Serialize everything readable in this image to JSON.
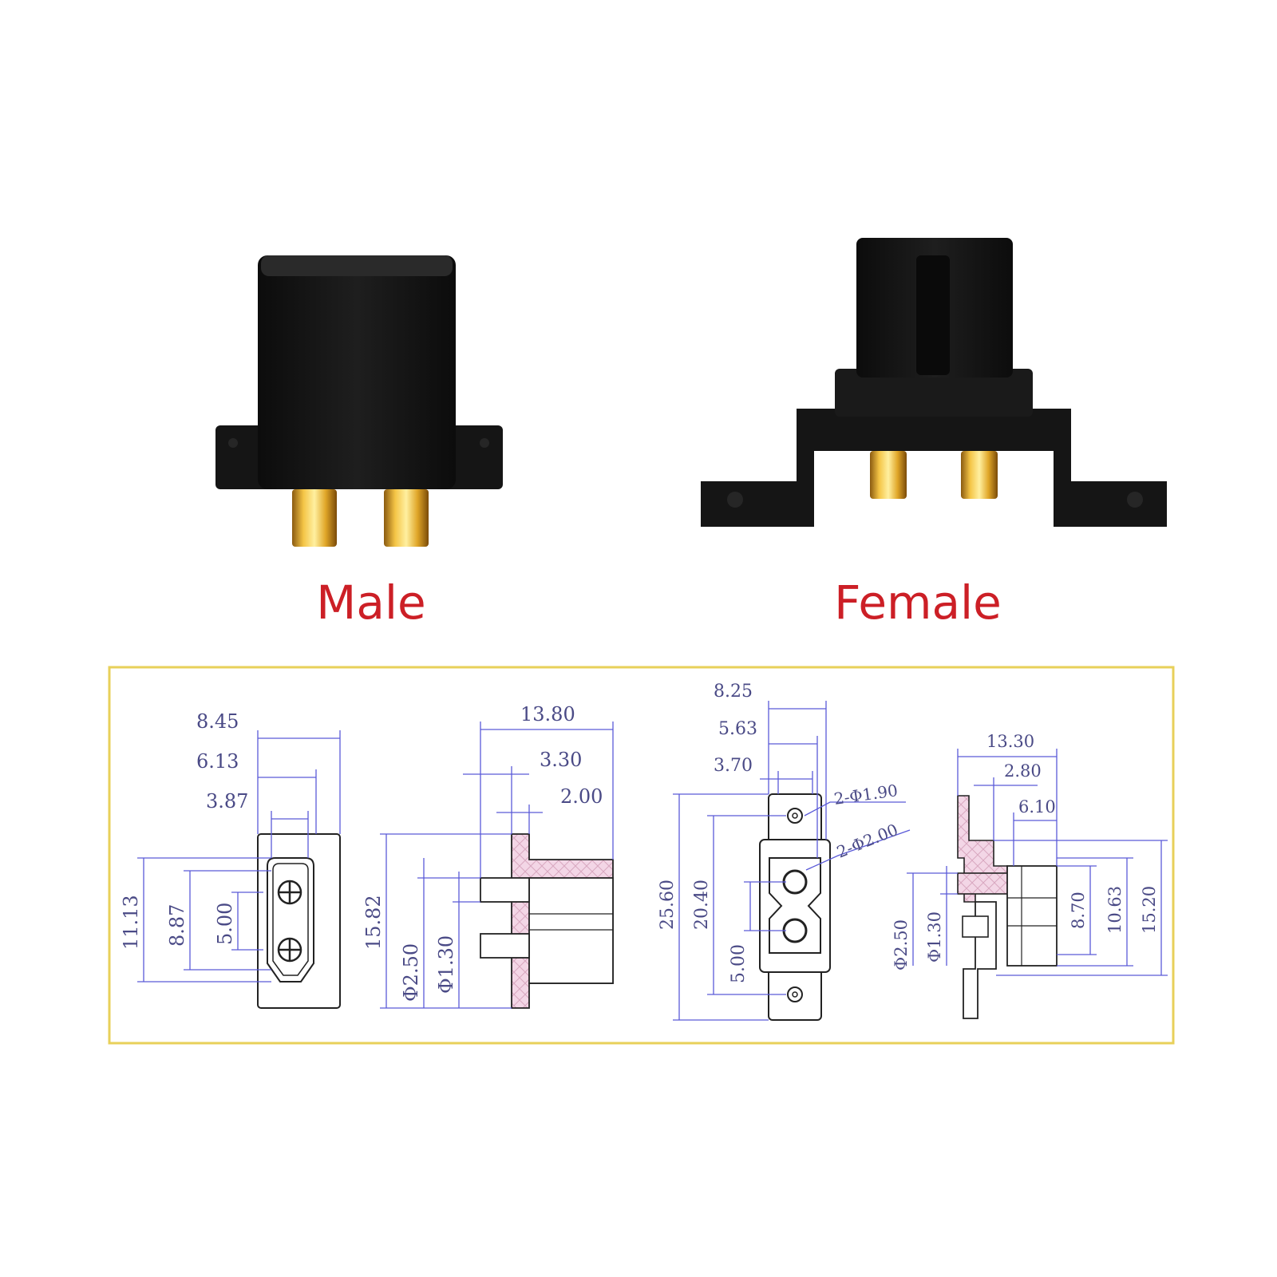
{
  "labels": {
    "male": "Male",
    "female": "Female"
  },
  "colors": {
    "caption": "#cc1f26",
    "frame": "#e8d05a",
    "body": "#141414",
    "pin_gold": "#e0a628",
    "dim_line": "#5a5ad8",
    "dim_text": "#4a4a86",
    "section": "#f3d6e6"
  },
  "drawings": {
    "male_front": {
      "width": "8.45",
      "inner_width": "6.13",
      "pin_spacing_width": "3.87",
      "height": "11.13",
      "inner_height": "8.87",
      "pin_pitch": "5.00"
    },
    "male_side": {
      "length": "13.80",
      "offset": "3.30",
      "flange": "2.00",
      "height": "15.82",
      "pin_dia": "Φ2.50",
      "pin_dia_small": "Φ1.30"
    },
    "female_front": {
      "width": "8.25",
      "inner_width": "5.63",
      "pin_spacing_width": "3.70",
      "mount_holes": "2-Φ1.90",
      "pin_holes": "2-Φ2.00",
      "height": "25.60",
      "hole_pitch": "20.40",
      "pin_pitch": "5.00"
    },
    "female_side": {
      "length": "13.30",
      "offset": "2.80",
      "depth": "6.10",
      "pin_dia": "Φ2.50",
      "pin_dia_small": "Φ1.30",
      "h1": "8.70",
      "h2": "10.63",
      "h3": "15.20"
    }
  }
}
